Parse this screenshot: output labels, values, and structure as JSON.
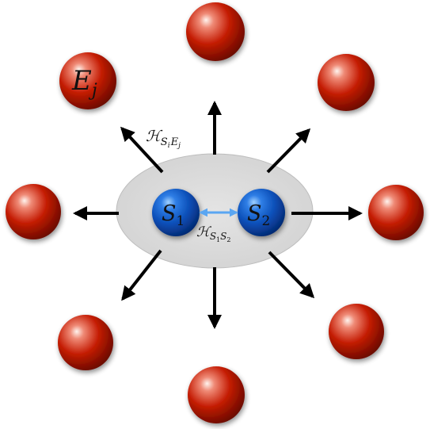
{
  "diagram": {
    "system": {
      "s1": {
        "symbol": "S",
        "sub": "1"
      },
      "s2": {
        "symbol": "S",
        "sub": "2"
      },
      "coupling": {
        "symbol": "ℋ",
        "sub": "S",
        "sub1": "1",
        "sub2": "S",
        "sub3": "2"
      }
    },
    "environment": {
      "label": {
        "symbol": "E",
        "sub": "j"
      },
      "interaction": {
        "symbol": "ℋ",
        "sub_a": "S",
        "sub_a_idx": "i",
        "sub_b": "E",
        "sub_b_idx": "j"
      }
    },
    "colors": {
      "environment_ball": "#c01800",
      "system_ball": "#1050c0",
      "system_ellipse": "#dcdcdc",
      "arrows": "#000000",
      "coupling_arrow": "#60a8f0"
    }
  }
}
